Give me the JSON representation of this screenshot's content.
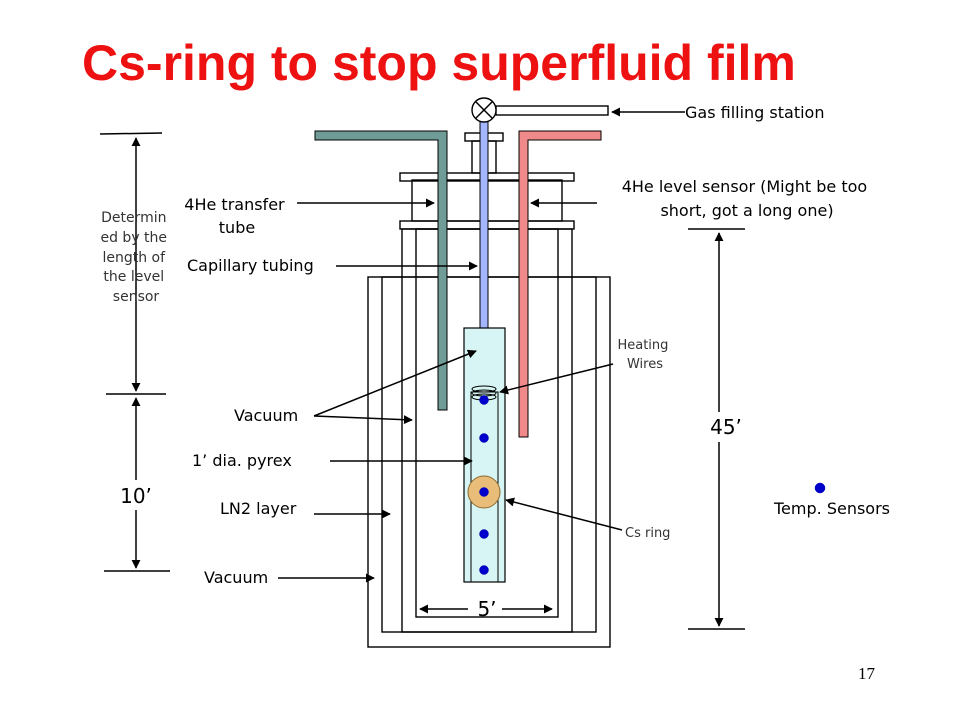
{
  "title": "Cs-ring to stop superfluid film",
  "page_number": "17",
  "labels": {
    "gas_filling": "Gas filling station",
    "transfer_tube": [
      "4He transfer",
      "tube"
    ],
    "level_sensor": [
      "4He level sensor (Might be too",
      "short, got a long one)"
    ],
    "capillary": "Capillary tubing",
    "heating_wires": [
      "Heating",
      "Wires"
    ],
    "vacuum_top": "Vacuum",
    "pyrex": "1’ dia. pyrex",
    "ln2": "LN2 layer",
    "vacuum_bottom": "Vacuum",
    "cs_ring": "Cs ring",
    "temp_sensors": "Temp. Sensors"
  },
  "dimensions": {
    "level_note": [
      "Determin",
      "ed by the",
      "length of",
      "the level",
      "sensor"
    ],
    "height_10": "10’",
    "height_45": "45’",
    "width_5": "5’"
  },
  "colors": {
    "title": "#ee1111",
    "transfer_tube": "#6f9c96",
    "level_sensor_tube": "#f08a8a",
    "capillary": "#a3b6ff",
    "pyrex": "#d8f5f5",
    "sensor": "#0000cc",
    "cs_ring": "#e8bd7a"
  }
}
